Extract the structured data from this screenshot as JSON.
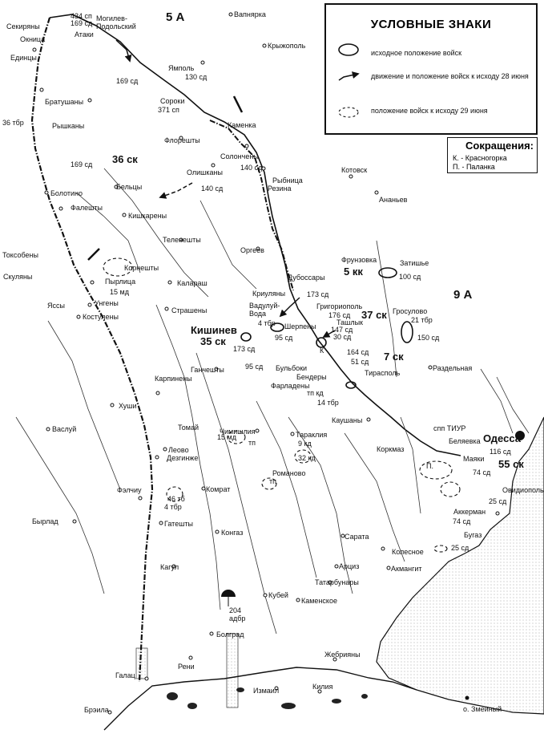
{
  "legend": {
    "title": "УСЛОВНЫЕ ЗНАКИ",
    "items": [
      {
        "symbol": "solid-ellipse",
        "text": "исходное положение войск"
      },
      {
        "symbol": "arrow",
        "text": "движение и положение войск к исходу 28 июня"
      },
      {
        "symbol": "dashed-ellipse",
        "text": "положение войск к исходу 29 июня"
      }
    ]
  },
  "abbreviations": {
    "title": "Сокращения:",
    "items": [
      "К. - Красногорка",
      "П. - Паланка"
    ]
  },
  "armies": [
    "5 А",
    "9 А"
  ],
  "corps": [
    "36 ск",
    "5 кк",
    "37 ск",
    "7 ск",
    "35 ск",
    "55 ск"
  ],
  "units": [
    "434 сп",
    "169 сд",
    "130 сд",
    "371 сп",
    "169 сд",
    "36 тбр",
    "169 сд",
    "140 сд",
    "140 сд",
    "100 сд",
    "173 сд",
    "21 тбр",
    "150 сд",
    "176 сд",
    "147 сд",
    "30 сд",
    "164 сд",
    "51 сд",
    "4 тбр",
    "95 сд",
    "173 сд",
    "15 мд",
    "95 сд",
    "14 тбр",
    "15 мд",
    "тп",
    "9 кд",
    "32 кд",
    "тп",
    "46 тб",
    "4 тбр",
    "спп ТИУР",
    "116 сд",
    "74 сд",
    "25 сд",
    "74 сд",
    "25 сд",
    "204 адбр",
    "тп кд"
  ],
  "places": [
    "Секиряны",
    "Атаки",
    "Могилев-Подольский",
    "Окница",
    "Вапнярка",
    "Крыжополь",
    "Ямполь",
    "Единцы",
    "Братушаны",
    "Сороки",
    "Каменка",
    "Рышканы",
    "Флорешты",
    "Солончены",
    "Олишканы",
    "Рыбница",
    "Резина",
    "Котовск",
    "Ананьев",
    "Бельцы",
    "Болотино",
    "Фалешты",
    "Кишкарены",
    "Теленешты",
    "Токсобены",
    "Оргеев",
    "Фрунзовка",
    "Затишье",
    "Корнешты",
    "Скуляны",
    "Пырлица",
    "Калараш",
    "Дубоссары",
    "Яссы",
    "Унгены",
    "Криуляны",
    "Костулены",
    "Страшены",
    "Вадулуй-Вода",
    "Григориополь",
    "Гросулово",
    "Кишинев",
    "Шерпены",
    "Ташлык",
    "Ганчешты",
    "Бульбоки",
    "Бендеры",
    "Тирасполь",
    "Раздельная",
    "Фарладены",
    "Карпинены",
    "Каушаны",
    "Хуши",
    "Томай",
    "Чимишлия",
    "Тараклия",
    "Васлуй",
    "Леово",
    "Коркмаз",
    "Беляевка",
    "Одесса",
    "Дезгинже",
    "Маяки",
    "Романово",
    "Комрат",
    "Фэлчиу",
    "Овидиополь",
    "Бырлад",
    "Аккерман",
    "Гатешты",
    "Конгаз",
    "Сарата",
    "Бугаз",
    "Кагул",
    "Арциз",
    "Колесное",
    "Акмангит",
    "Кубей",
    "Татарбунары",
    "Каменское",
    "Болград",
    "Рени",
    "Жебрияны",
    "Галац",
    "Измаил",
    "Килия",
    "Брэила",
    "о. Змеиный",
    "К",
    "П."
  ],
  "colors": {
    "ink": "#111111",
    "water": "#f5f5f5",
    "sea_dots": "#9a9a9a"
  }
}
